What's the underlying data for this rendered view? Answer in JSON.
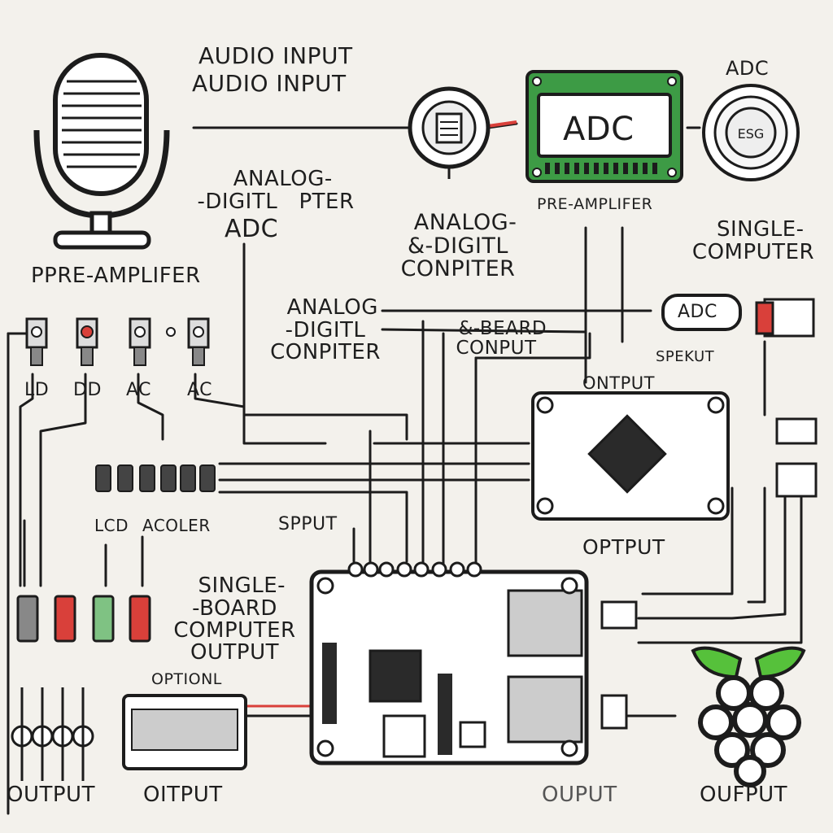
{
  "colors": {
    "line": "#1c1c1c",
    "board_green": "#3d9b45",
    "jack_red": "#d9403a",
    "jack_green": "#7fc283",
    "leaf_green": "#56c13b",
    "paper": "#f3f1ec"
  },
  "icons": [
    "microphone-icon",
    "preamp-icon",
    "speaker-icon",
    "raspberry-pi-logo-icon",
    "chip-icon",
    "connector-icon"
  ],
  "labels": {
    "audio_input_1": "AUDIO INPUT",
    "audio_input_2": "AUDIO INPUT",
    "analog_digitl_left": "ANALOG-\n-DIGITL   PTER",
    "adc_left": "ADC",
    "analog_digitl_center": "ANALOG-\n&-DIGITL\nCONPITER",
    "adc_board": "ADC",
    "pre_amplifer_top": "PRE-AMPLIFER",
    "adc_top_right": "ADC",
    "single_computer": "SINGLE-\nCOMPUTER",
    "ppre_amplifer": "PPRE-AMPLIFER",
    "jack_ld": "LD",
    "jack_dd": "DD",
    "jack_ac1": "AC",
    "jack_ac2": "AC",
    "analog_digitl_conpiter": "ANALOG\n-DIGITL\nCONPITER",
    "board_conput": "&-BEARD\nCONPUT",
    "adc_small": "ADC",
    "spekut": "SPEKUT",
    "ontput": "ONTPUT",
    "lcd": "LCD",
    "acoler": "ACOLER",
    "spput": "SPPUT",
    "optput": "OPTPUT",
    "single_board": "SINGLE-\n-BOARD\nCOMPUTER\nOUTPUT",
    "optionl": "OPTIONL",
    "output_1": "OUTPUT",
    "output_2": "OITPUT",
    "output_3": "OUPUT",
    "output_4": "OUFPUT"
  }
}
